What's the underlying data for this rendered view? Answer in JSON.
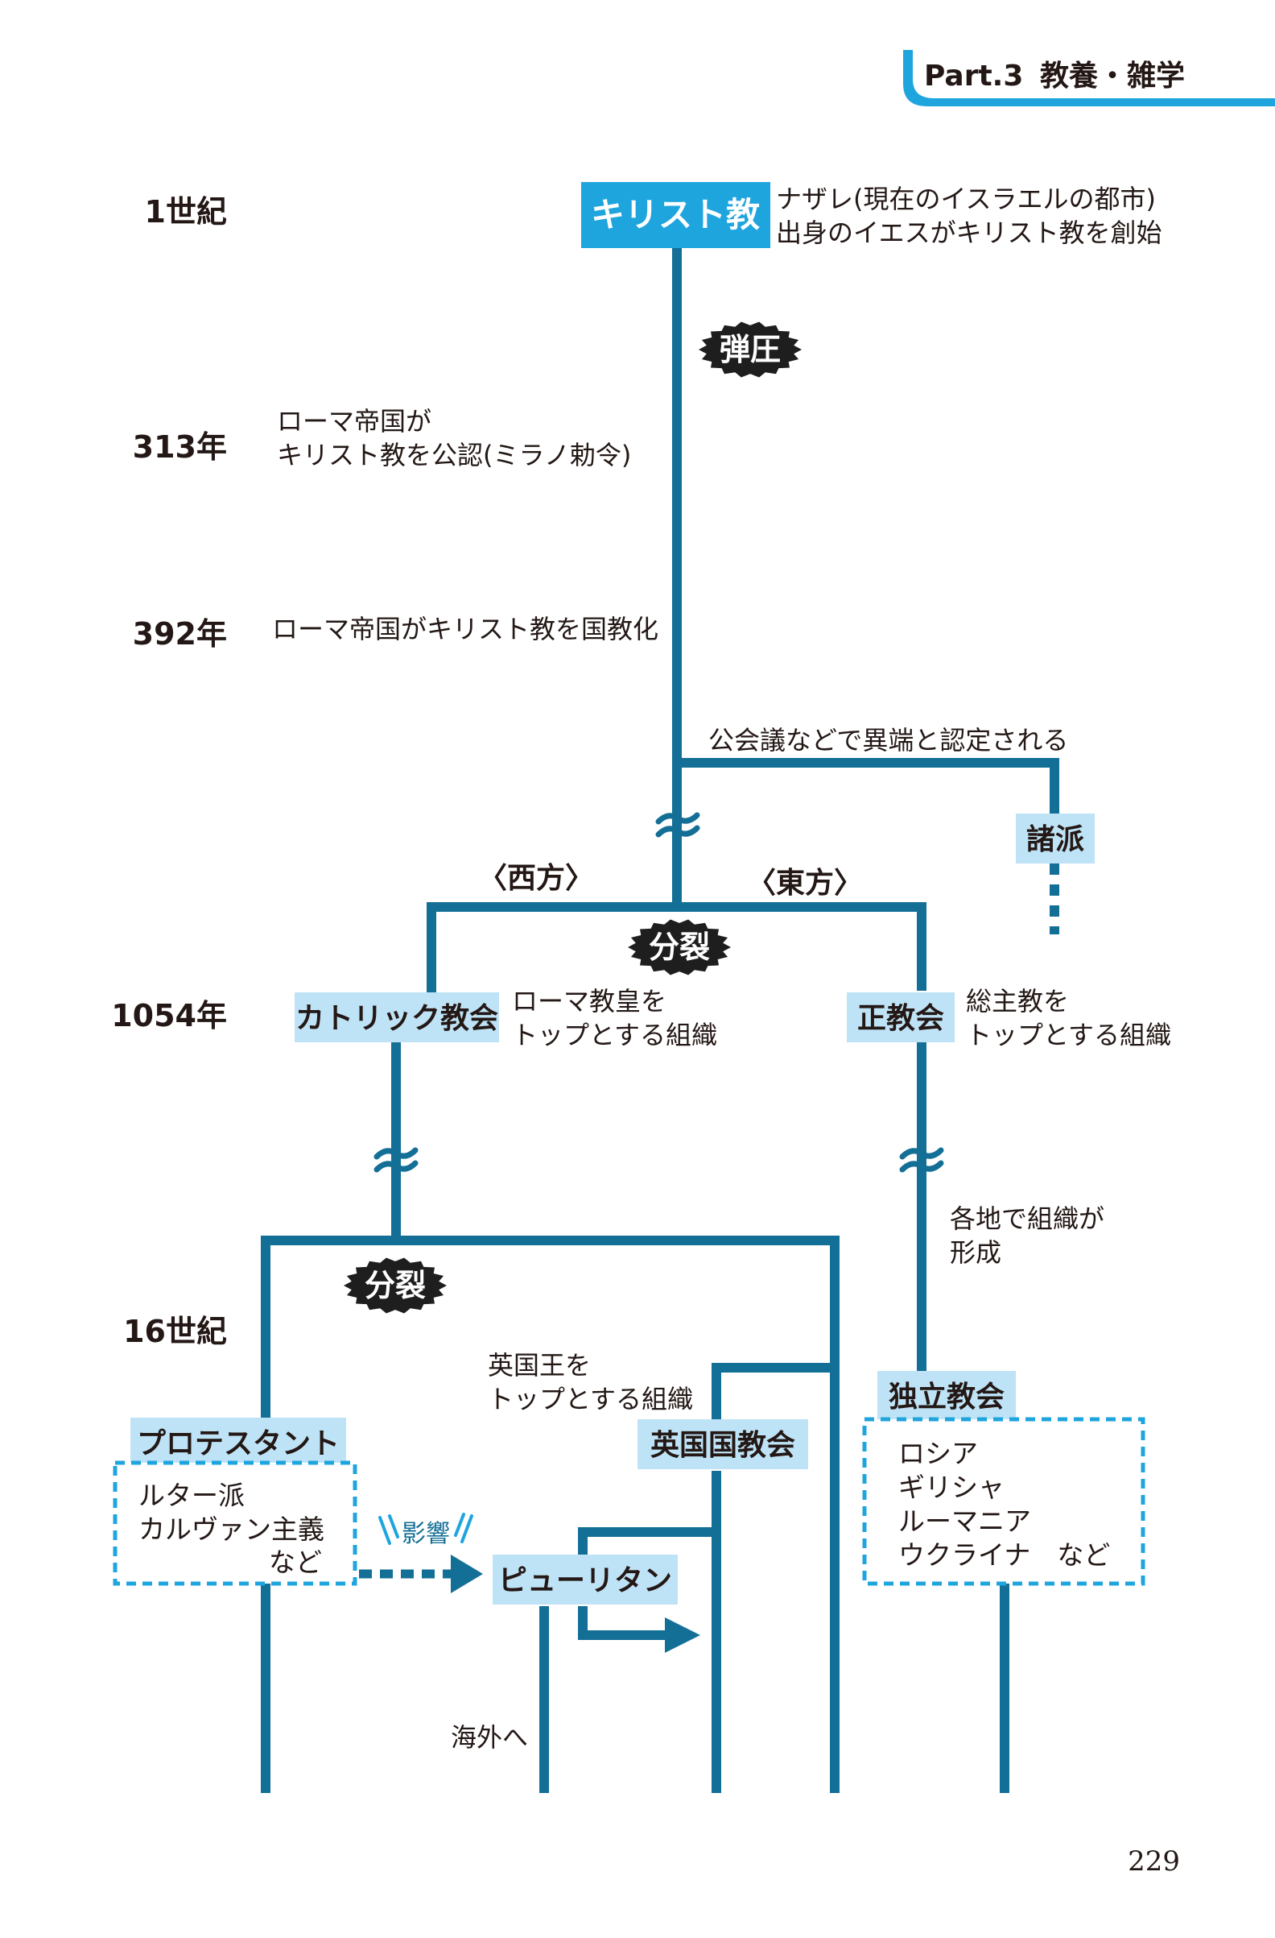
{
  "header": {
    "part": "Part.3",
    "title": "教養・雑学"
  },
  "colors": {
    "line": "#136f96",
    "accent": "#1fa5de",
    "box_light": "#bfe3f6",
    "burst": "#1e1e1e",
    "text": "#231815"
  },
  "eras": {
    "c1": "1世紀",
    "y313": "313年",
    "y392": "392年",
    "y1054": "1054年",
    "c16": "16世紀"
  },
  "nodes": {
    "christianity": "キリスト教",
    "sects": "諸派",
    "catholic": "カトリック教会",
    "orthodox": "正教会",
    "protestant": "プロテスタント",
    "anglican": "英国国教会",
    "puritan": "ピューリタン",
    "independent": "独立教会"
  },
  "bursts": {
    "persecution": "弾圧",
    "schism1": "分裂",
    "schism2": "分裂"
  },
  "directions": {
    "west": "〈西方〉",
    "east": "〈東方〉"
  },
  "notes": {
    "origin": [
      "ナザレ(現在のイスラエルの都市)",
      "出身のイエスがキリスト教を創始"
    ],
    "edict": [
      "ローマ帝国が",
      "キリスト教を公認(ミラノ勅令)"
    ],
    "state": [
      "ローマ帝国がキリスト教を国教化"
    ],
    "heresy": [
      "公会議などで異端と認定される"
    ],
    "pope": [
      "ローマ教皇を",
      "トップとする組織"
    ],
    "patriarch": [
      "総主教を",
      "トップとする組織"
    ],
    "regional": [
      "各地で組織が",
      "形成"
    ],
    "king": [
      "英国王を",
      "トップとする組織"
    ],
    "overseas": [
      "海外へ"
    ]
  },
  "lists": {
    "protestant_groups": [
      "ルター派",
      "カルヴァン主義",
      "など"
    ],
    "independent_groups": [
      "ロシア",
      "ギリシャ",
      "ルーマニア",
      "ウクライナ　など"
    ]
  },
  "influence": "影響",
  "page_number": "229"
}
